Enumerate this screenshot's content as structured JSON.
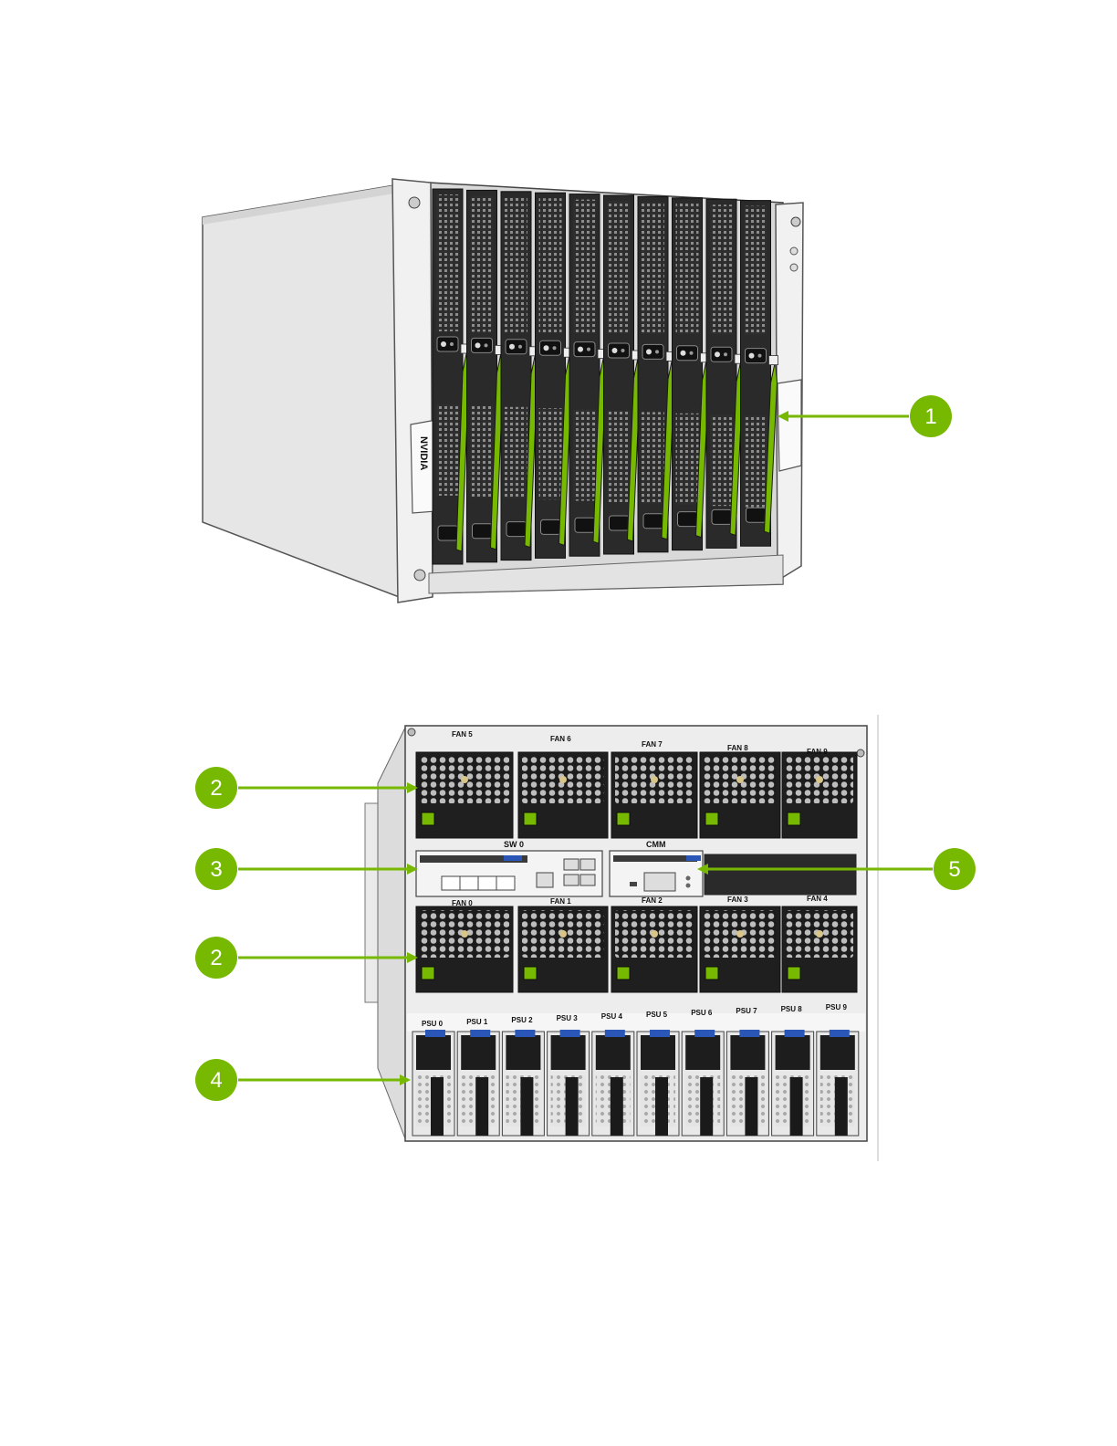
{
  "colors": {
    "accent_green": "#76b900",
    "chassis_light": "#e9e9e9",
    "chassis_mid": "#cfcfcf",
    "module_dark": "#2b2b2b",
    "latch_blue": "#2a56b8"
  },
  "front_view": {
    "side_logo_text": "NVIDIA"
  },
  "rear_view": {
    "fan_labels_top": [
      "FAN 5",
      "FAN 6",
      "FAN 7",
      "FAN 8",
      "FAN 9"
    ],
    "fan_labels_bottom": [
      "FAN 0",
      "FAN 1",
      "FAN 2",
      "FAN 3",
      "FAN 4"
    ],
    "switch_label": "SW 0",
    "cmm_label": "CMM",
    "psu_labels": [
      "PSU 0",
      "PSU 1",
      "PSU 2",
      "PSU 3",
      "PSU 4",
      "PSU 5",
      "PSU 6",
      "PSU 7",
      "PSU 8",
      "PSU 9"
    ]
  },
  "callouts": [
    {
      "id": "c1",
      "number": "1"
    },
    {
      "id": "c2a",
      "number": "2"
    },
    {
      "id": "c3",
      "number": "3"
    },
    {
      "id": "c5",
      "number": "5"
    },
    {
      "id": "c2b",
      "number": "2"
    },
    {
      "id": "c4",
      "number": "4"
    }
  ]
}
